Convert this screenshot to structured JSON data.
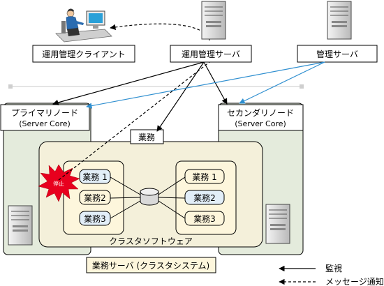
{
  "labels": {
    "ops_client": "運用管理クライアント",
    "ops_server": "運用管理サーバ",
    "mgmt_server": "管理サーバ",
    "primary_node": "プライマリノード",
    "primary_os": "(Server Core)",
    "secondary_node": "セカンダリノード",
    "secondary_os": "(Server Core)",
    "business_tag": "業務",
    "stopped": "停止",
    "left_tasks": [
      "業務 1",
      "業務2",
      "業務3"
    ],
    "right_tasks": [
      "業務 1",
      "業務2",
      "業務3"
    ],
    "cluster_software": "クラスタソフトウェア",
    "business_server": "業務サーバ (クラスタシステム)"
  },
  "legend": {
    "monitoring": "監視",
    "message_notify": "メッセージ通知"
  },
  "colors": {
    "node_panel": "#e4ebdc",
    "cluster_panel": "#f4f0da",
    "inner_panel": "#fdf6dc",
    "task_box": "#e2eef8",
    "blue_line": "#2f8fd0",
    "stop_burst": "#e8001e"
  }
}
